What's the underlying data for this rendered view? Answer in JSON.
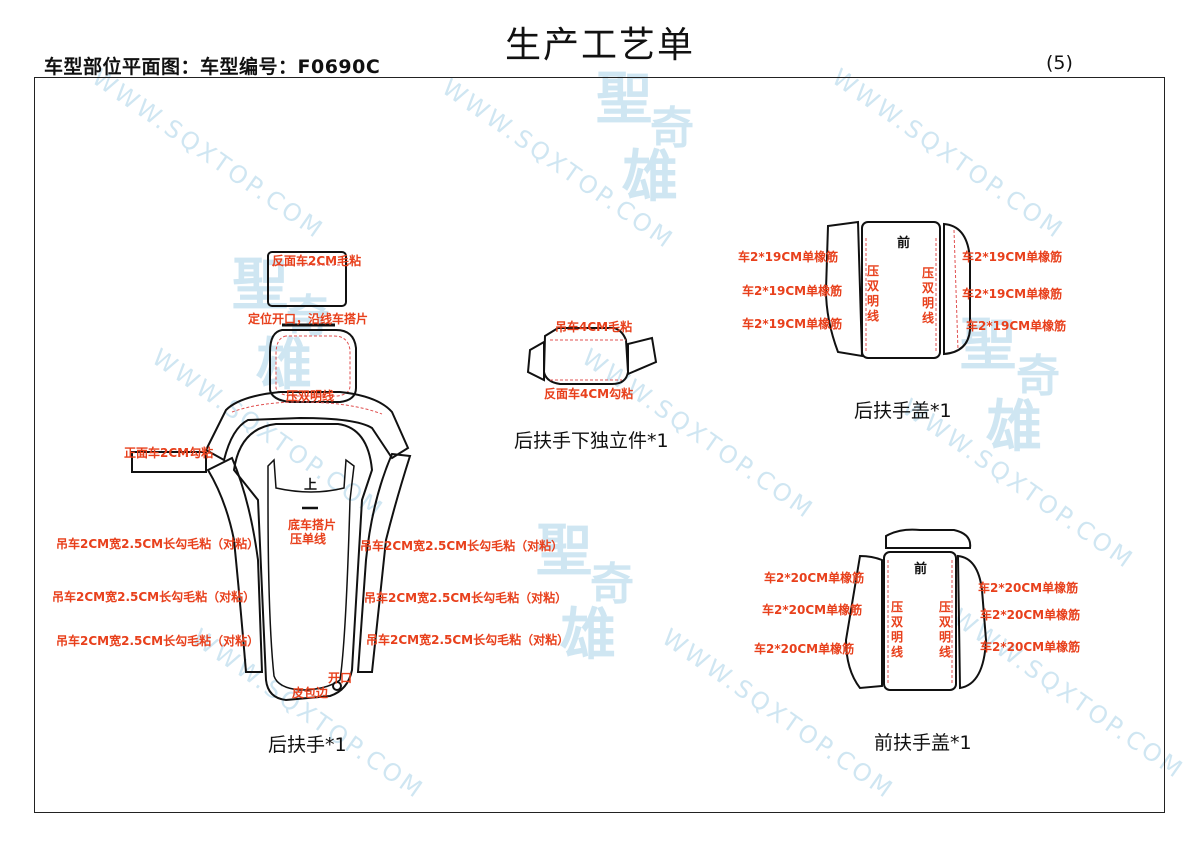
{
  "header": {
    "title": "生产工艺单",
    "left_text": "车型部位平面图：车型编号：F0690C",
    "page_number": "(5)"
  },
  "watermark": {
    "text": "WWW.SQXTOP.COM",
    "logo_chars": [
      "聖",
      "奇",
      "雄"
    ]
  },
  "parts": {
    "rear_armrest": {
      "caption": "后扶手*1",
      "notes": {
        "top_block": "反面车2CM毛粘",
        "positioning": "定位开口，沿线车搭片",
        "double_line": "压双明线",
        "left_tab": "正面车2CM勾粘",
        "up_mark": "上",
        "bottom_strip": "底车搭片",
        "single_line": "压单线",
        "left_1": "吊车2CM宽2.5CM长勾毛粘（对粘）",
        "left_2": "吊车2CM宽2.5CM长勾毛粘（对粘）",
        "left_3": "吊车2CM宽2.5CM长勾毛粘（对粘）",
        "right_1": "吊车2CM宽2.5CM长勾毛粘（对粘）",
        "right_2": "吊车2CM宽2.5CM长勾毛粘（对粘）",
        "right_3": "吊车2CM宽2.5CM长勾毛粘（对粘）",
        "opening": "开口",
        "leather_edge": "皮包边"
      }
    },
    "rear_armrest_lower": {
      "caption": "后扶手下独立件*1",
      "notes": {
        "top": "吊车4CM毛粘",
        "bottom": "反面车4CM勾粘"
      }
    },
    "rear_armrest_cover": {
      "caption": "后扶手盖*1",
      "notes": {
        "front_mark": "前",
        "left": [
          "车2*19CM单橡筋",
          "车2*19CM单橡筋",
          "车2*19CM单橡筋"
        ],
        "right": [
          "车2*19CM单橡筋",
          "车2*19CM单橡筋",
          "车2*19CM单橡筋"
        ],
        "inner_left": "压双明线",
        "inner_right": "压双明线"
      }
    },
    "front_armrest_cover": {
      "caption": "前扶手盖*1",
      "notes": {
        "front_mark": "前",
        "left": [
          "车2*20CM单橡筋",
          "车2*20CM单橡筋",
          "车2*20CM单橡筋"
        ],
        "right": [
          "车2*20CM单橡筋",
          "车2*20CM单橡筋",
          "车2*20CM单橡筋"
        ],
        "inner_left": "压双明线",
        "inner_right": "压双明线"
      }
    }
  },
  "colors": {
    "note": "#e8401c",
    "outline": "#111111",
    "stitch": "#e05050",
    "watermark": "#cfe6f2"
  }
}
